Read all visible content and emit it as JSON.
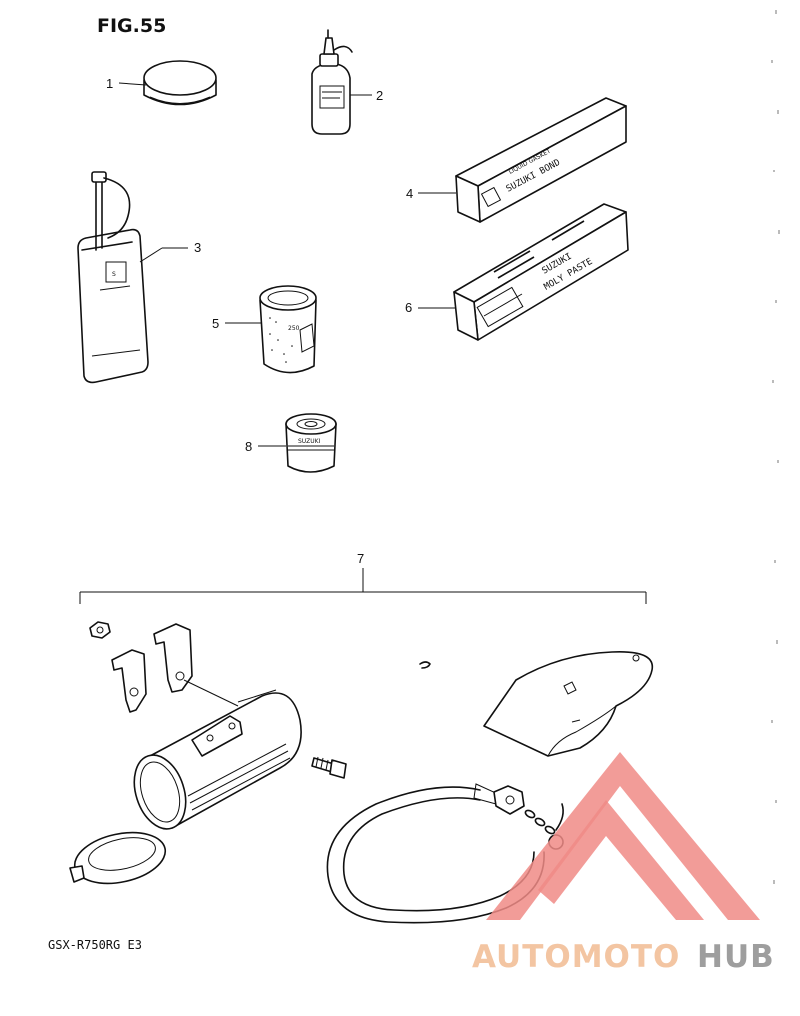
{
  "figure": {
    "title": "FIG.55",
    "model_code": "GSX-R750RG  E3"
  },
  "callouts": [
    {
      "id": "1",
      "label": "1"
    },
    {
      "id": "2",
      "label": "2"
    },
    {
      "id": "3",
      "label": "3"
    },
    {
      "id": "4",
      "label": "4"
    },
    {
      "id": "5",
      "label": "5"
    },
    {
      "id": "6",
      "label": "6"
    },
    {
      "id": "7",
      "label": "7"
    },
    {
      "id": "8",
      "label": "8"
    }
  ],
  "package_text": {
    "bond_brand": "SUZUKI BOND",
    "bond_sub": "LIQUID GASKET",
    "paste_line1": "SUZUKI",
    "paste_line2": "MOLY PASTE",
    "can5_label": "250",
    "can8_label": "SUZUKI"
  },
  "watermark": {
    "text_a": "AUTOMOTO",
    "text_b": "HUB",
    "color_a": "#f3c5a2",
    "color_b": "#9e9e9e",
    "logo_color": "#f08b86"
  }
}
